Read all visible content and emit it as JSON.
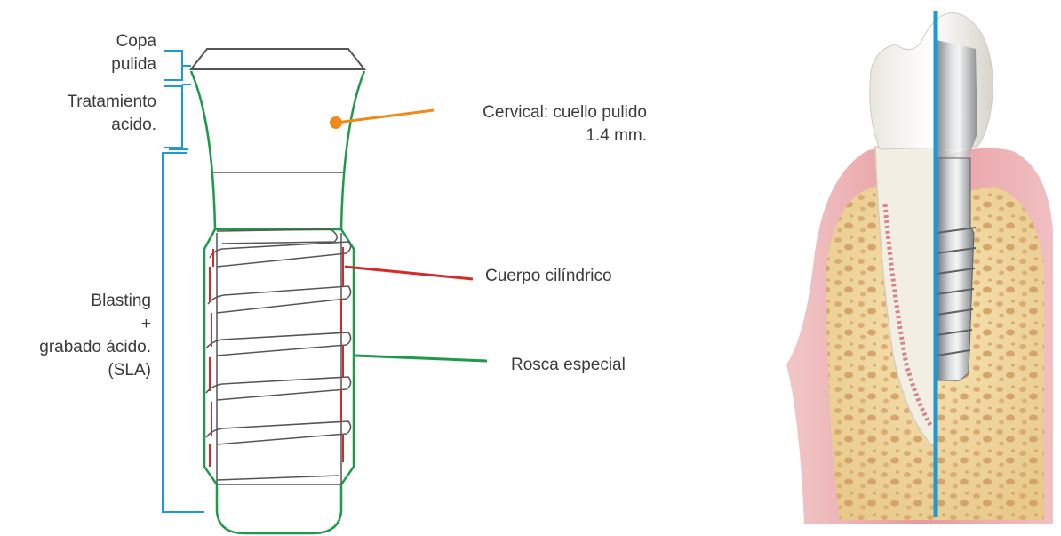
{
  "zones": {
    "copa_line1": "Copa",
    "copa_line2": "pulida",
    "tratamiento_line1": "Tratamiento",
    "tratamiento_line2": "acido.",
    "blasting_line1": "Blasting",
    "blasting_line2": "+",
    "blasting_line3": "grabado ácido.",
    "blasting_line4": "(SLA)"
  },
  "callouts": {
    "cervical_line1": "Cervical: cuello pulido",
    "cervical_line2": "1.4 mm.",
    "cuerpo": "Cuerpo cilíndrico",
    "rosca": "Rosca especial"
  },
  "colors": {
    "bracket": "#1a9ad6",
    "cervical": "#ef8a1a",
    "cuerpo": "#d42a2a",
    "rosca": "#1f9a4a",
    "implant_outline": "#555555",
    "axis": "#1a9ad6"
  },
  "icons": [
    "implant-diagram",
    "tooth-implant-illustration"
  ]
}
